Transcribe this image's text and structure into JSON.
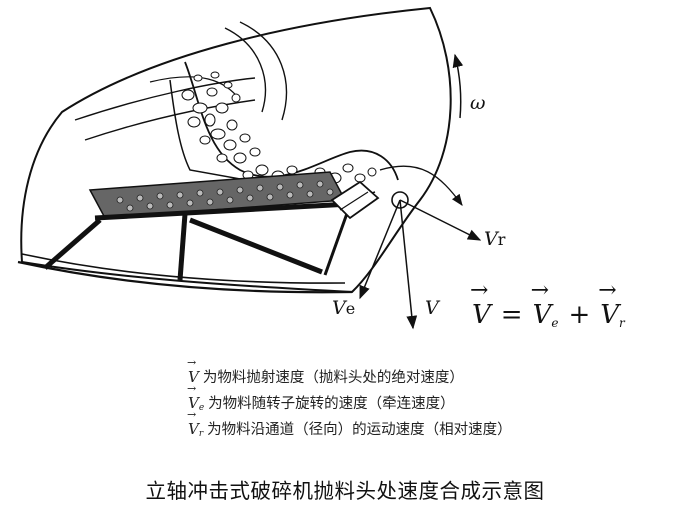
{
  "labels": {
    "omega": "ω",
    "vr_main": "V",
    "vr_sub": "r",
    "ve_main": "V",
    "ve_sub": "e",
    "v": "V"
  },
  "formula": {
    "v": "V",
    "eq": "=",
    "ve_main": "V",
    "ve_sub": "e",
    "plus": "+",
    "vr_main": "V",
    "vr_sub": "r"
  },
  "legend": [
    {
      "symbol": "V",
      "sub": "",
      "text": "为物料抛射速度（抛料头处的绝对速度）"
    },
    {
      "symbol": "V",
      "sub": "e",
      "text": "为物料随转子旋转的速度（牵连速度）"
    },
    {
      "symbol": "V",
      "sub": "r",
      "text": "为物料沿通道（径向）的运动速度（相对速度）"
    }
  ],
  "caption": "立轴冲击式破碎机抛料头处速度合成示意图"
}
